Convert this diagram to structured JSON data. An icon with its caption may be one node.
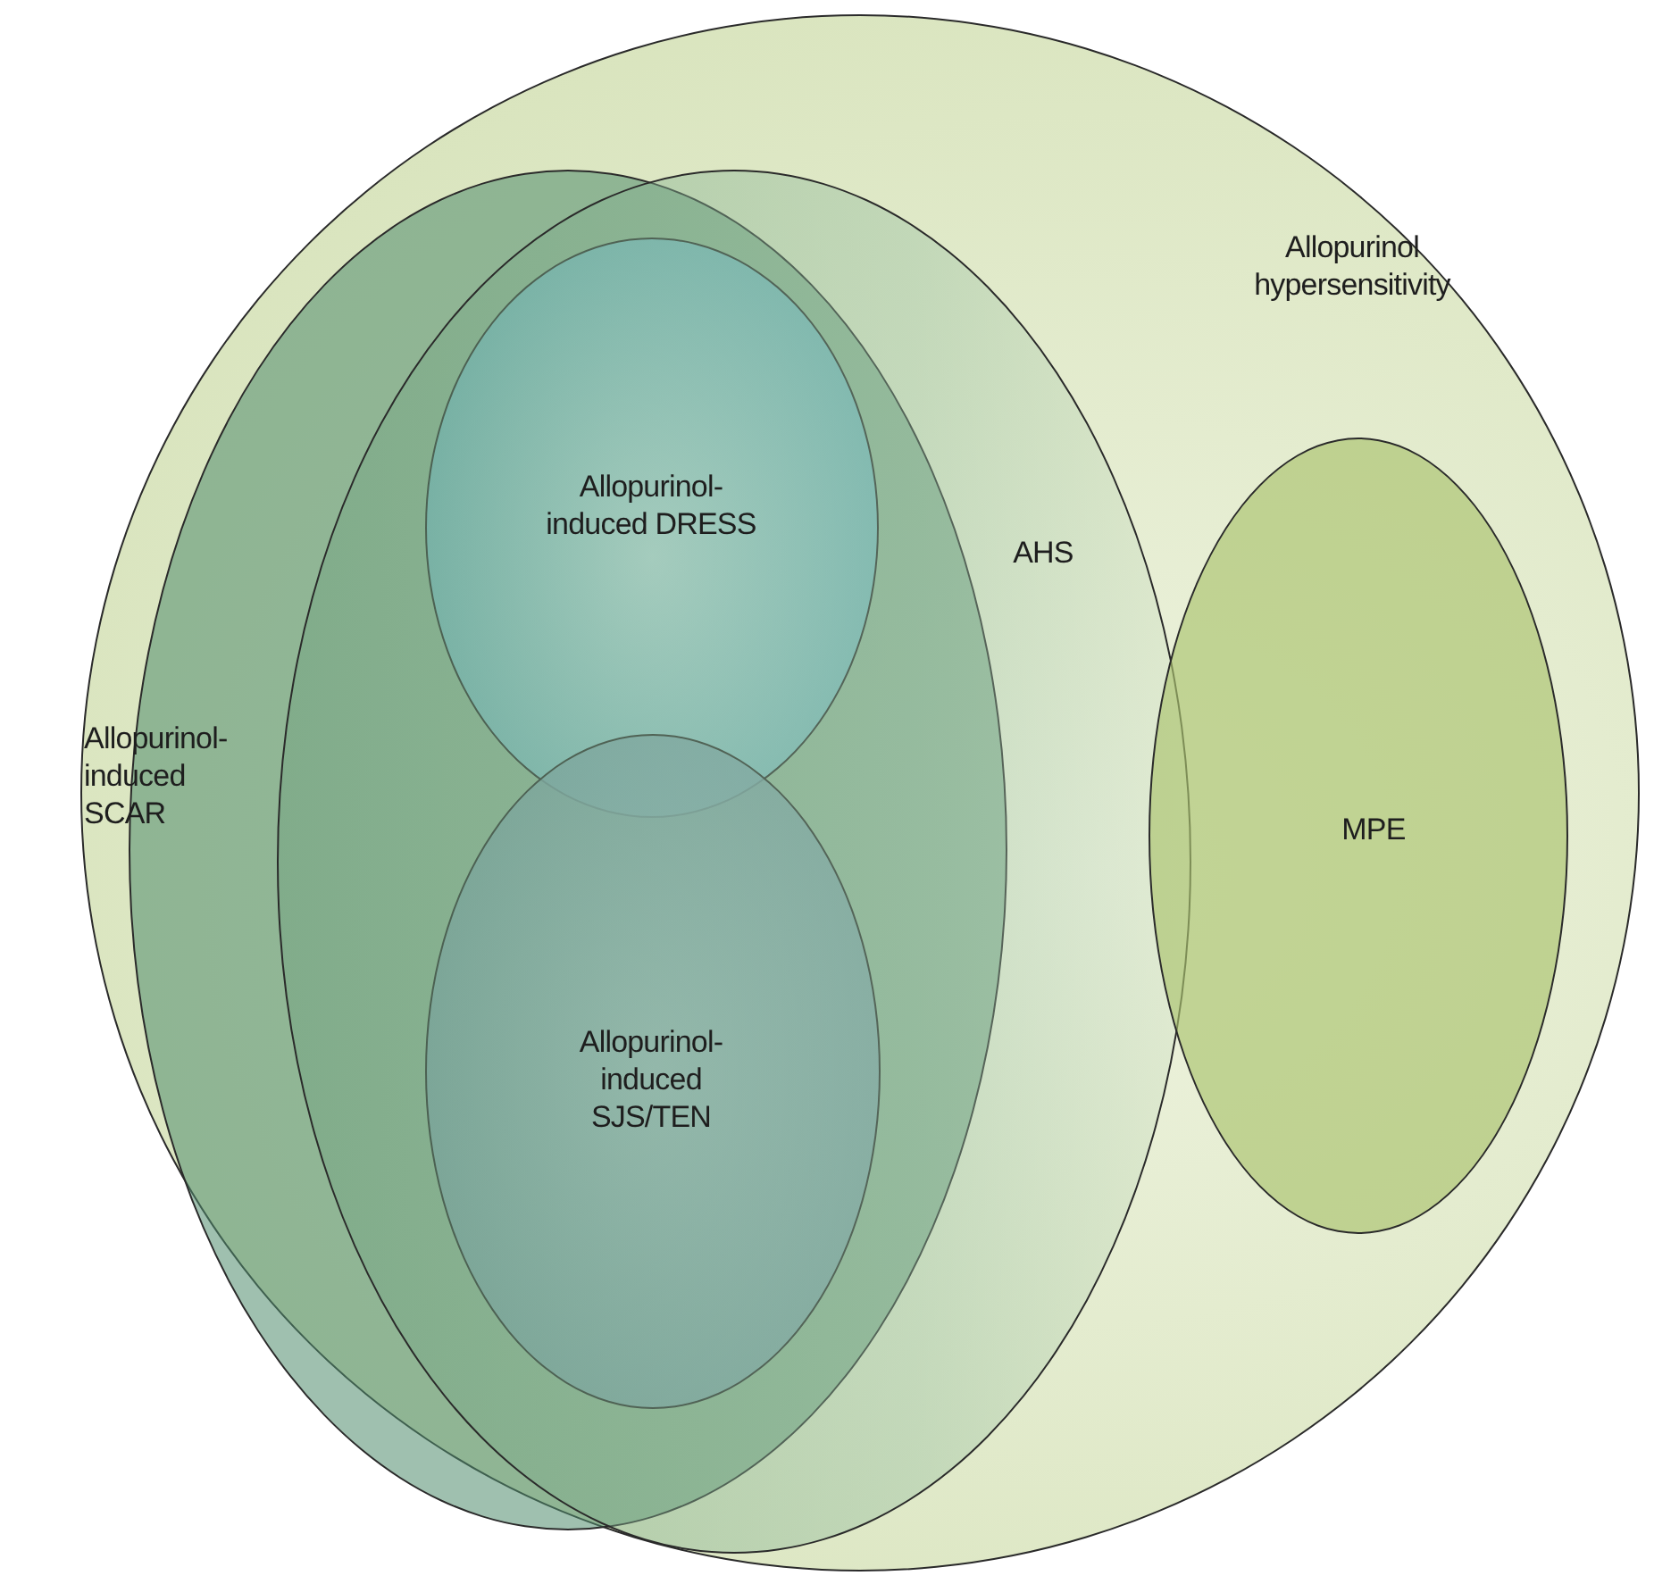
{
  "diagram": {
    "nodes": [
      {
        "text": [
          "Allopurinol hypersensitivity"
        ]
      },
      {
        "text": [
          "Allopurinol-induced SCAR"
        ],
        "in": 0
      },
      {
        "text": [
          "AHS"
        ],
        "in": 0
      },
      {
        "text": [
          "Allopurinol-induced DRESS"
        ],
        "in": 1
      },
      {
        "text": [
          "Allopurinol-induced SJS/TEN"
        ],
        "in": 1
      },
      {
        "text": [
          "MPE"
        ],
        "in": 0
      }
    ]
  }
}
